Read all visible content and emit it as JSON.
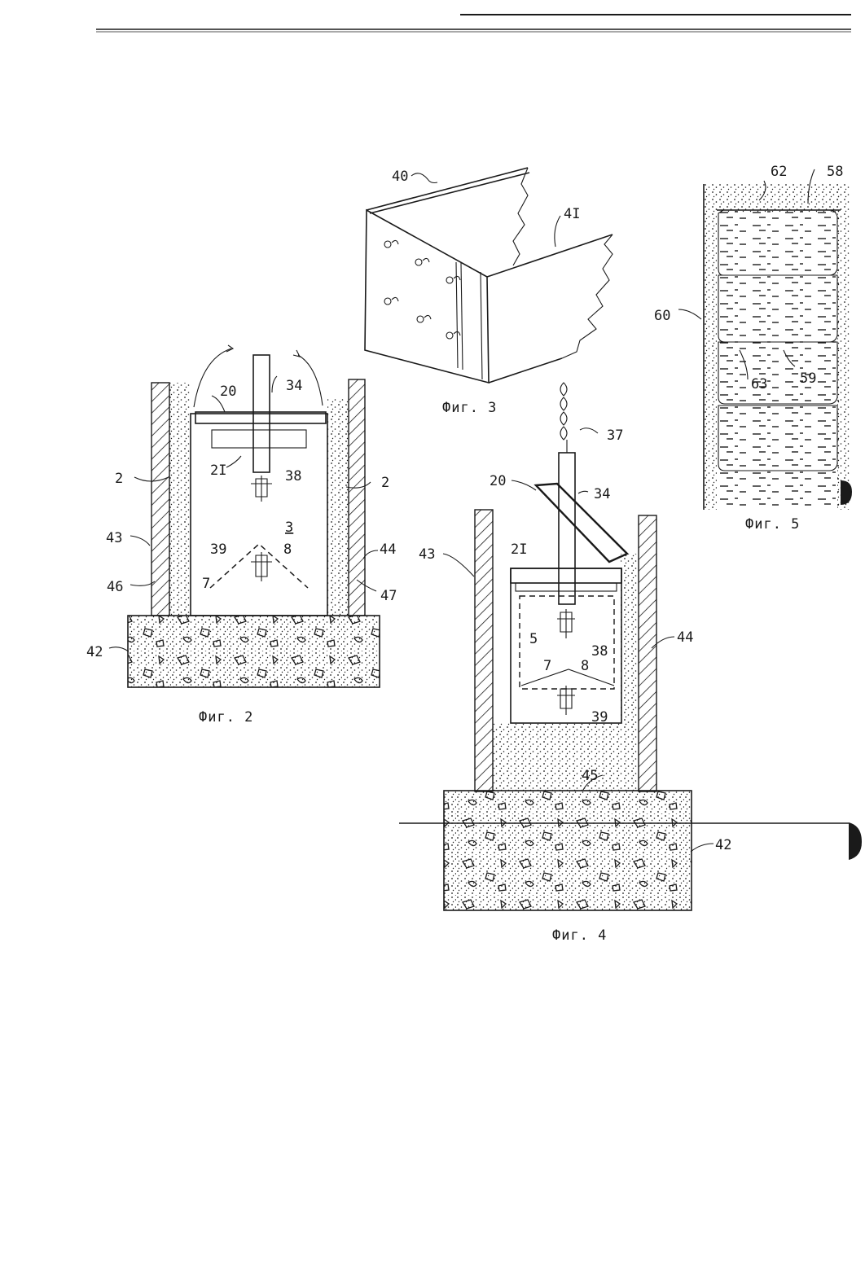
{
  "figures": {
    "fig2": {
      "caption": "Фиг. 2",
      "labels": [
        "20",
        "34",
        "2I",
        "38",
        "2",
        "2",
        "3",
        "43",
        "44",
        "39",
        "8",
        "7",
        "46",
        "47",
        "42"
      ]
    },
    "fig3": {
      "caption": "Фиг. 3",
      "labels": [
        "40",
        "4I"
      ]
    },
    "fig4": {
      "caption": "Фиг. 4",
      "labels": [
        "37",
        "20",
        "34",
        "43",
        "2I",
        "44",
        "5",
        "38",
        "7",
        "8",
        "39",
        "45",
        "42"
      ]
    },
    "fig5": {
      "caption": "Фиг. 5",
      "labels": [
        "62",
        "58",
        "60",
        "63",
        "59"
      ]
    }
  }
}
